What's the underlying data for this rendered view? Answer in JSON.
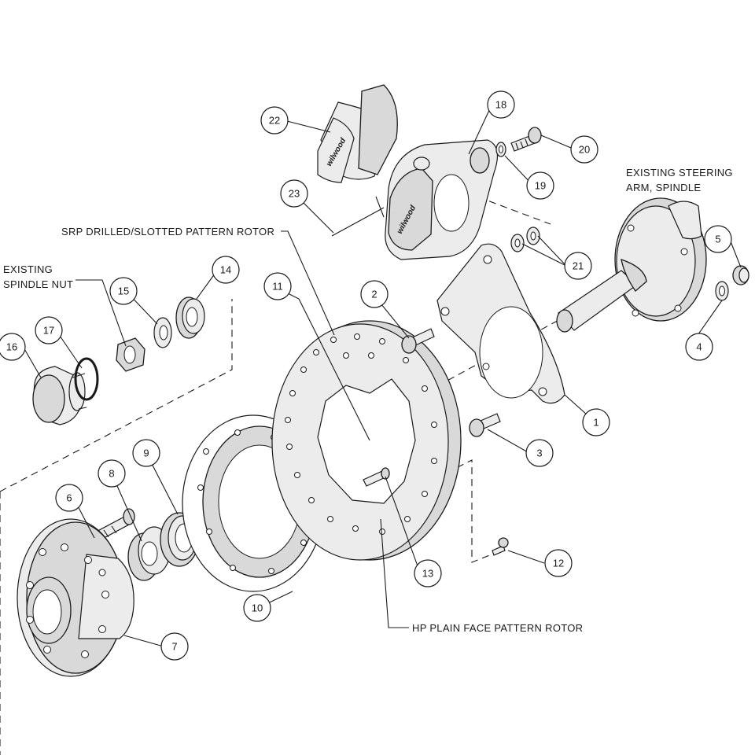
{
  "callouts": {
    "srp_rotor": "SRP DRILLED/SLOTTED PATTERN ROTOR",
    "spindle_nut_1": "EXISTING",
    "spindle_nut_2": "SPINDLE NUT",
    "steering_1": "EXISTING STEERING",
    "steering_2": "ARM, SPINDLE",
    "hp_rotor": "HP PLAIN FACE PATTERN ROTOR"
  },
  "brand_text": "wilwood",
  "part_numbers": [
    "1",
    "2",
    "3",
    "4",
    "5",
    "6",
    "7",
    "8",
    "9",
    "10",
    "11",
    "12",
    "13",
    "14",
    "15",
    "16",
    "17",
    "18",
    "19",
    "20",
    "21",
    "22",
    "23"
  ]
}
